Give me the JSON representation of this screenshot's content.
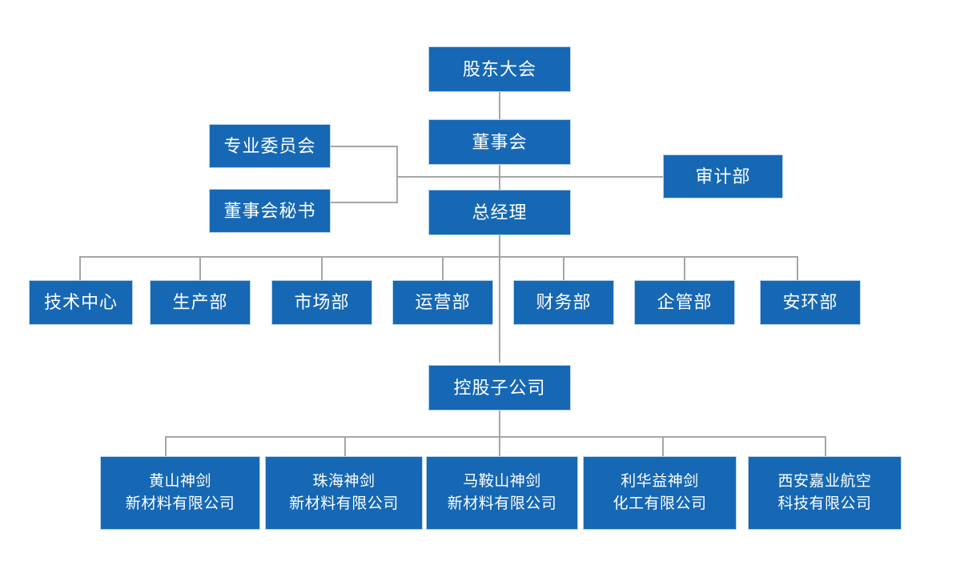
{
  "chart": {
    "type": "org-chart",
    "title": "",
    "accent_color": "#1668b5",
    "border_color": "#b9d3ea",
    "connector_color": "#a6a6a6",
    "background_color": "#ffffff",
    "text_color": "#ffffff"
  },
  "nodes": {
    "shareholders_meeting": {
      "label": "股东大会"
    },
    "board_of_directors": {
      "label": "董事会"
    },
    "general_manager": {
      "label": "总经理"
    },
    "professional_committee": {
      "label": "专业委员会"
    },
    "board_secretary": {
      "label": "董事会秘书"
    },
    "audit_department": {
      "label": "审计部"
    },
    "holding_subsidiaries": {
      "label": "控股子公司"
    }
  },
  "departments": [
    {
      "label": "技术中心"
    },
    {
      "label": "生产部"
    },
    {
      "label": "市场部"
    },
    {
      "label": "运营部"
    },
    {
      "label": "财务部"
    },
    {
      "label": "企管部"
    },
    {
      "label": "安环部"
    }
  ],
  "subsidiaries": [
    {
      "line1": "黄山神剑",
      "line2": "新材料有限公司"
    },
    {
      "line1": "珠海神剑",
      "line2": "新材料有限公司"
    },
    {
      "line1": "马鞍山神剑",
      "line2": "新材料有限公司"
    },
    {
      "line1": "利华益神剑",
      "line2": "化工有限公司"
    },
    {
      "line1": "西安嘉业航空",
      "line2": "科技有限公司"
    }
  ]
}
